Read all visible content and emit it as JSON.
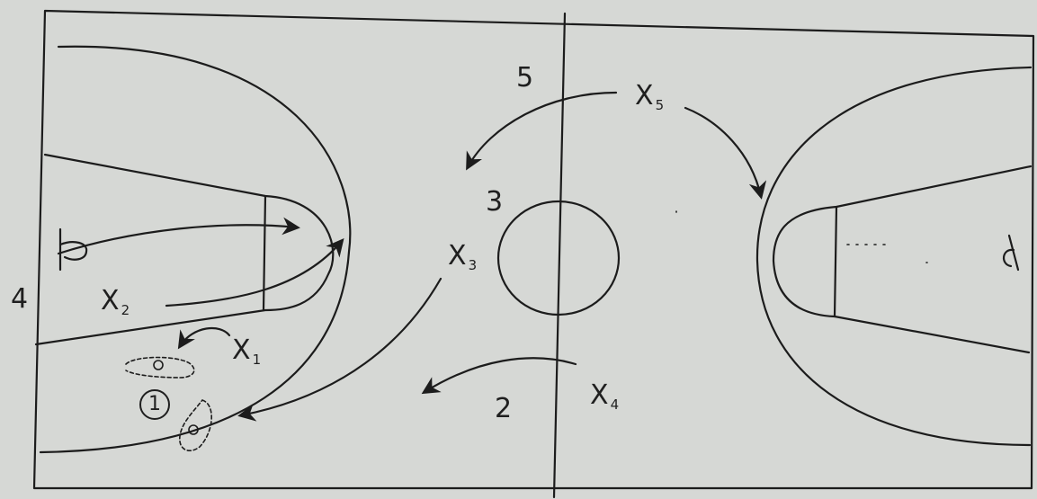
{
  "court": {
    "colors": {
      "paper": "#d6d8d5",
      "ink": "#1c1c1c"
    }
  },
  "labels": {
    "pos_5": "5",
    "pos_3": "3",
    "pos_2": "2",
    "pos_4": "4",
    "pos_1": "1",
    "players": [
      {
        "letter": "X",
        "sub": "5"
      },
      {
        "letter": "X",
        "sub": "3"
      },
      {
        "letter": "X",
        "sub": "2"
      },
      {
        "letter": "X",
        "sub": "1"
      },
      {
        "letter": "X",
        "sub": "4"
      }
    ]
  }
}
